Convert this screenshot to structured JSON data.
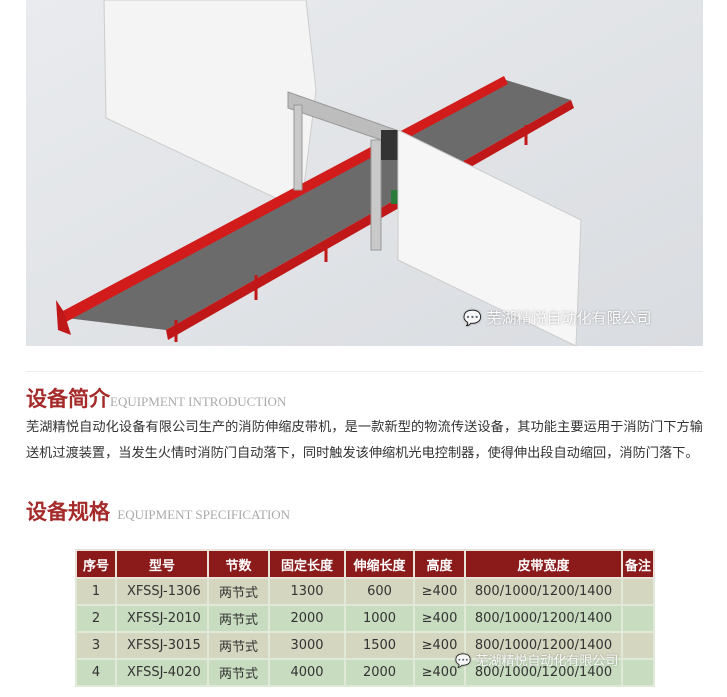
{
  "hero": {
    "watermark": "芜湖精悦自动化有限公司",
    "icon": "wechat-icon"
  },
  "intro": {
    "title": "设备简介",
    "title_en": "EQUIPMENT INTRODUCTION",
    "body": "芜湖精悦自动化设备有限公司生产的消防伸缩皮带机，是一款新型的物流传送设备，其功能主要运用于消防门下方输送机过渡装置，当发生火情时消防门自动落下，同时触发该伸缩机光电控制器，使得伸出段自动缩回，消防门落下。"
  },
  "spec": {
    "title": "设备规格",
    "title_en": "EQUIPMENT SPECIFICATION",
    "headers": [
      "序号",
      "型号",
      "节数",
      "固定长度",
      "伸缩长度",
      "高度",
      "皮带宽度",
      "备注"
    ],
    "rows": [
      [
        "1",
        "XFSSJ-1306",
        "两节式",
        "1300",
        "600",
        "≥400",
        "800/1000/1200/1400",
        ""
      ],
      [
        "2",
        "XFSSJ-2010",
        "两节式",
        "2000",
        "1000",
        "≥400",
        "800/1000/1200/1400",
        ""
      ],
      [
        "3",
        "XFSSJ-3015",
        "两节式",
        "3000",
        "1500",
        "≥400",
        "800/1000/1200/1400",
        ""
      ],
      [
        "4",
        "XFSSJ-4020",
        "两节式",
        "4000",
        "2000",
        "≥400",
        "800/1000/1200/1400",
        ""
      ]
    ],
    "watermark": "芜湖精悦自动化有限公司",
    "colors": {
      "header": "#8b1a1a",
      "row_odd": "#d4d6c0",
      "row_even": "#c8dcc0",
      "title": "#a52a2a"
    }
  }
}
